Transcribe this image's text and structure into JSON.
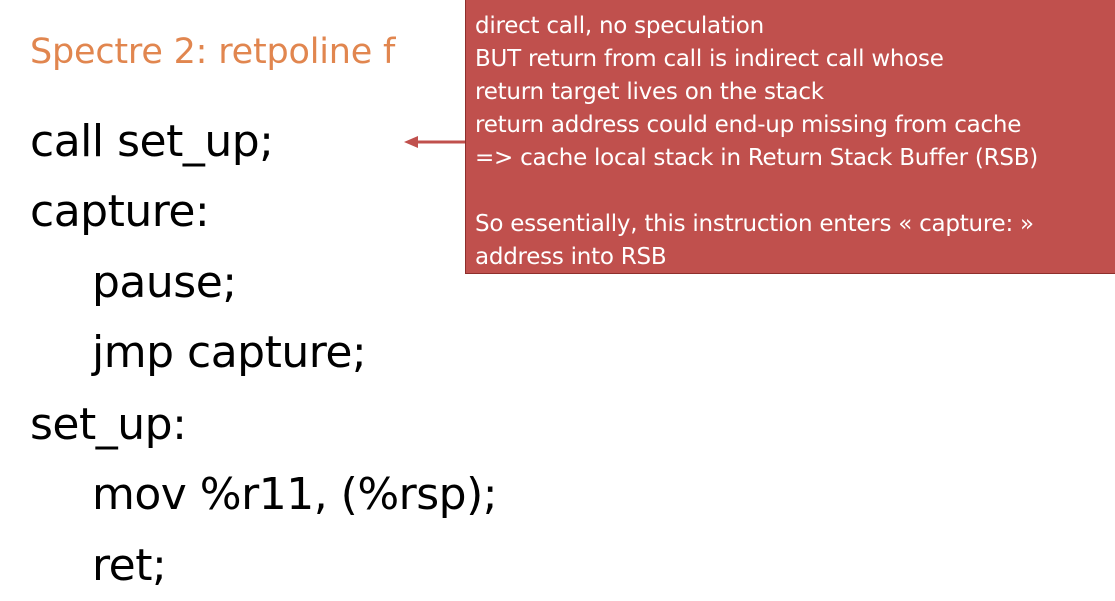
{
  "slide": {
    "title": "Spectre 2: retpoline f",
    "code_lines": [
      "call set_up;",
      "capture:",
      "pause;",
      "jmp capture;",
      "set_up:",
      "mov %r11, (%rsp);",
      "ret;"
    ]
  },
  "callout": {
    "lines": [
      "direct call, no speculation",
      "BUT return from call is indirect call whose",
      "return target lives on the stack",
      "return address could end-up missing from cache",
      "=> cache local stack in Return Stack Buffer (RSB)",
      "",
      "So essentially, this instruction enters « capture: »",
      "address into RSB"
    ]
  },
  "icons": {
    "arrow": "left-arrow-icon"
  },
  "colors": {
    "title": "#e1864f",
    "callout_bg": "#c0504d",
    "callout_text": "#ffffff",
    "arrow": "#c0504d"
  }
}
